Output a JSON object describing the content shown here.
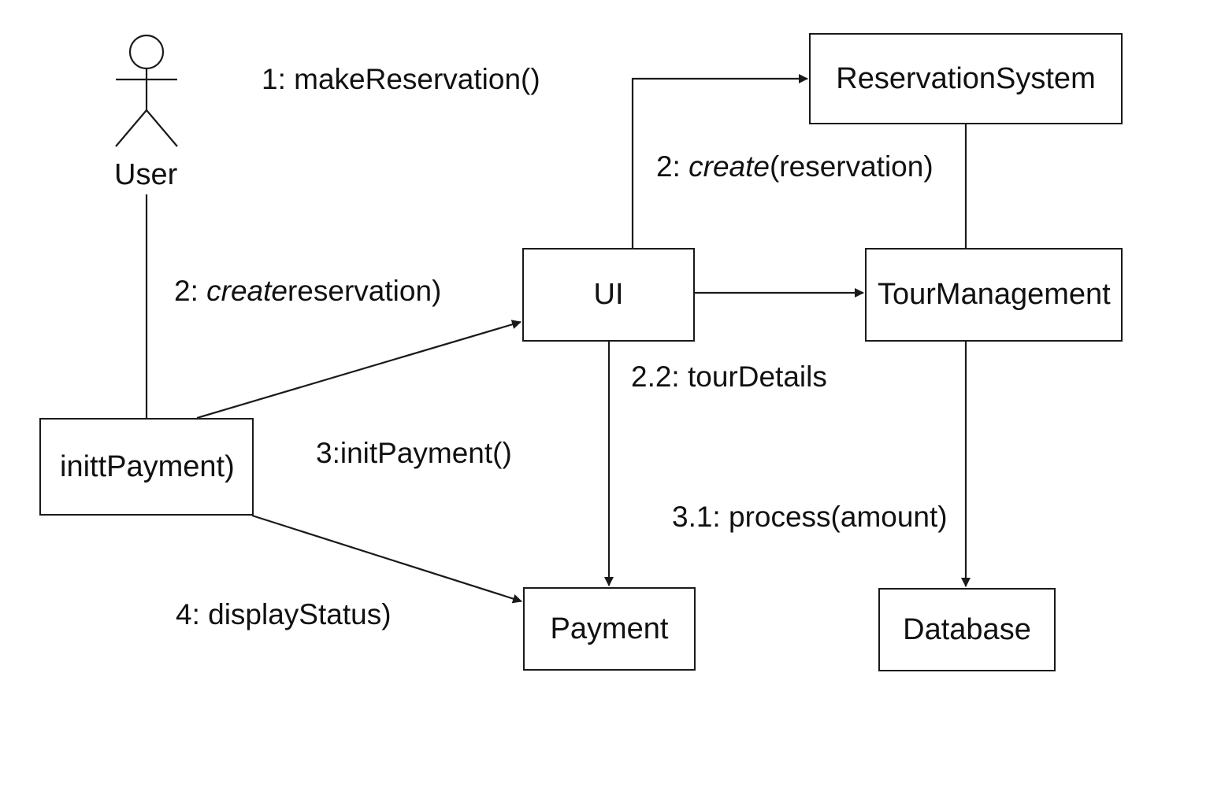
{
  "actor": {
    "name": "User"
  },
  "objects": {
    "reservation_system": "ReservationSystem",
    "ui": "UI",
    "tour_management": "TourManagement",
    "init_payment": "inittPayment)",
    "payment": "Payment",
    "database": "Database"
  },
  "messages": {
    "m1": "1: makeReservation()",
    "m2a_prefix": "2: ",
    "m2a_italic": "create",
    "m2a_suffix": "(reservation)",
    "m2b_prefix": "2: ",
    "m2b_italic": "create",
    "m2b_suffix": "reservation)",
    "m22": "2.2: tourDetails",
    "m3": "3:initPayment()",
    "m31": "3.1: process(amount)",
    "m4": "4: displayStatus)"
  },
  "colors": {
    "line": "#1a1a1a",
    "background": "#ffffff"
  }
}
